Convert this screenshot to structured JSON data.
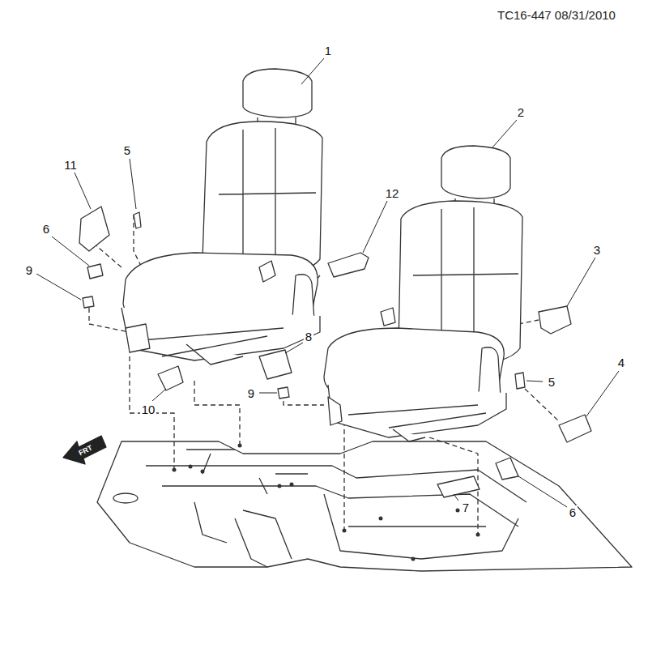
{
  "diagram": {
    "labels": [
      "TC16-447 08/31/2010",
      "1",
      "2",
      "5",
      "11",
      "12",
      "3",
      "6",
      "9",
      "8",
      "5",
      "4",
      "9",
      "10",
      "6",
      "7",
      "FRT"
    ]
  }
}
